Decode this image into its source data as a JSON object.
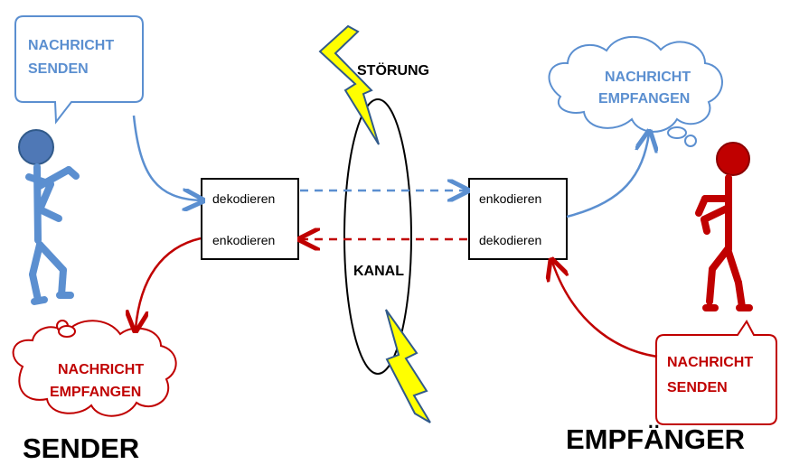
{
  "left_side": {
    "speech_bubble": {
      "line1": "NACHRICHT",
      "line2": "SENDEN"
    },
    "thought_bubble": {
      "line1": "NACHRICHT",
      "line2": "EMPFANGEN"
    },
    "box": {
      "top": "dekodieren",
      "bottom": "enkodieren"
    },
    "title": "SENDER"
  },
  "right_side": {
    "speech_bubble": {
      "line1": "NACHRICHT",
      "line2": "SENDEN"
    },
    "thought_bubble": {
      "line1": "NACHRICHT",
      "line2": "EMPFANGEN"
    },
    "box": {
      "top": "enkodieren",
      "bottom": "dekodieren"
    },
    "title": "EMPFÄNGER"
  },
  "channel": {
    "noise_label": "STÖRUNG",
    "channel_label": "KANAL"
  },
  "colors": {
    "blue": "#5b8fd0",
    "red": "#c00000",
    "lightning": "#ffff00"
  }
}
